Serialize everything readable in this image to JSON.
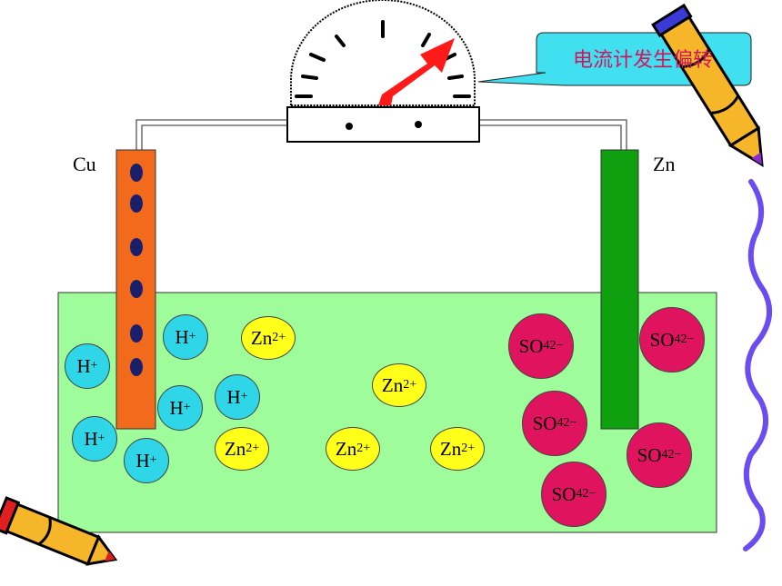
{
  "callout": {
    "text": "电流计发生偏转"
  },
  "electrodes": {
    "left": "Cu",
    "right": "Zn"
  },
  "ions": {
    "h_plus": {
      "base": "H",
      "charge": "+"
    },
    "zinc": {
      "base": "Zn",
      "charge": "2+"
    },
    "sulfate": {
      "base": "SO",
      "sub": "4",
      "charge": "2−"
    }
  },
  "colors": {
    "solution": "#9ffc9a",
    "copper": "#f26b1d",
    "zinc": "#0fa00f",
    "h_ion": "#2ed6e8",
    "zn_ion": "#ffff1a",
    "so4_ion": "#e0145e",
    "callout_fill": "#40e0f0",
    "callout_text": "#d4145a",
    "needle": "#ff1a1a"
  }
}
